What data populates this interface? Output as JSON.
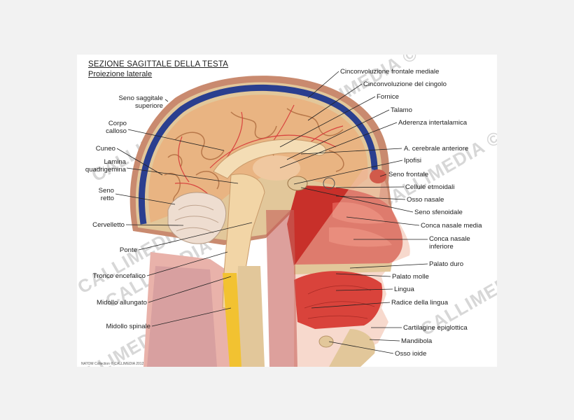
{
  "title": "SEZIONE SAGITTALE DELLA TESTA",
  "subtitle": "Proiezione laterale",
  "watermark": "CALLIMEDIA ©",
  "credit": "NATOM Collection © CALLIMEDIA 2012",
  "labels_left": [
    {
      "id": "seno-saggitale-superiore",
      "lines": [
        "Seno saggitale",
        "superiore"
      ]
    },
    {
      "id": "corpo-calloso",
      "lines": [
        "Corpo",
        "calloso"
      ]
    },
    {
      "id": "cuneo",
      "lines": [
        "Cuneo"
      ]
    },
    {
      "id": "lamina-quadrigemina",
      "lines": [
        "Lamina",
        "quadrigemina"
      ]
    },
    {
      "id": "seno-retto",
      "lines": [
        "Seno",
        "retto"
      ]
    },
    {
      "id": "cervelletto",
      "lines": [
        "Cervelletto"
      ]
    },
    {
      "id": "ponte",
      "lines": [
        "Ponte"
      ]
    },
    {
      "id": "tronco-encefalico",
      "lines": [
        "Tronco encefalico"
      ]
    },
    {
      "id": "midollo-allungato",
      "lines": [
        "Midollo allungato"
      ]
    },
    {
      "id": "midollo-spinale",
      "lines": [
        "Midollo spinale"
      ]
    }
  ],
  "labels_right": [
    {
      "id": "cinconvoluzione-frontale-mediale",
      "lines": [
        "Cinconvoluzione frontale mediale"
      ]
    },
    {
      "id": "cinconvoluzione-del-cingolo",
      "lines": [
        "Cinconvoluzione del cingolo"
      ]
    },
    {
      "id": "fornice",
      "lines": [
        "Fornice"
      ]
    },
    {
      "id": "talamo",
      "lines": [
        "Talamo"
      ]
    },
    {
      "id": "aderenza-intertalamica",
      "lines": [
        "Aderenza intertalamica"
      ]
    },
    {
      "id": "a-cerebrale-anteriore",
      "lines": [
        "A. cerebrale anteriore"
      ]
    },
    {
      "id": "ipofisi",
      "lines": [
        "Ipofisi"
      ]
    },
    {
      "id": "seno-frontale",
      "lines": [
        "Seno frontale"
      ]
    },
    {
      "id": "cellule-etmoidali",
      "lines": [
        "Cellule etmoidali"
      ]
    },
    {
      "id": "osso-nasale",
      "lines": [
        "Osso nasale"
      ]
    },
    {
      "id": "seno-sfenoidale",
      "lines": [
        "Seno sfenoidale"
      ]
    },
    {
      "id": "concha-nasale-media",
      "lines": [
        "Conca nasale media"
      ]
    },
    {
      "id": "concha-nasale-inferiore",
      "lines": [
        "Conca nasale",
        "inferiore"
      ]
    },
    {
      "id": "palato-duro",
      "lines": [
        "Palato duro"
      ]
    },
    {
      "id": "palato-molle",
      "lines": [
        "Palato molle"
      ]
    },
    {
      "id": "lingua",
      "lines": [
        "Lingua"
      ]
    },
    {
      "id": "radice-della-lingua",
      "lines": [
        "Radice della lingua"
      ]
    },
    {
      "id": "cartilagine-epiglottica",
      "lines": [
        "Cartilagine epiglottica"
      ]
    },
    {
      "id": "mandibola",
      "lines": [
        "Mandibola"
      ]
    },
    {
      "id": "osso-ioide",
      "lines": [
        "Osso ioide"
      ]
    }
  ],
  "colors": {
    "brain": "#e9b482",
    "brain_gyri_line": "#b8784a",
    "vessels": "#d8443f",
    "sinus_blue": "#2a3f8f",
    "scalp": "#c98a6f",
    "skin": "#f0b9a4",
    "oral_red": "#c8302a",
    "tongue": "#d9433b",
    "spinal_yellow": "#f2c231",
    "cerebellum": "#eeddd0",
    "bone": "#e2c79a"
  }
}
